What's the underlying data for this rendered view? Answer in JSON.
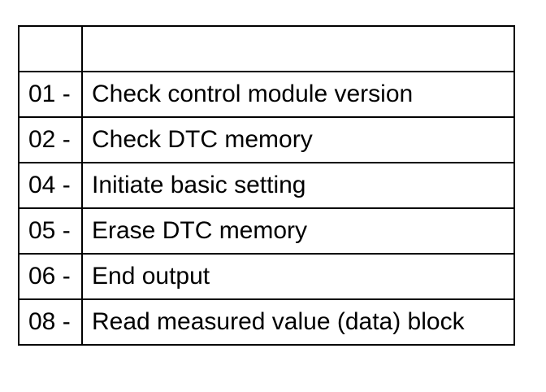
{
  "table": {
    "header": [
      "",
      ""
    ],
    "rows": [
      {
        "code": "01 -",
        "function": "Check control module version"
      },
      {
        "code": "02 -",
        "function": "Check DTC memory"
      },
      {
        "code": "04 -",
        "function": "Initiate basic setting"
      },
      {
        "code": "05 -",
        "function": "Erase DTC memory"
      },
      {
        "code": "06 -",
        "function": "End output"
      },
      {
        "code": "08 -",
        "function": "Read measured value (data) block"
      }
    ]
  }
}
